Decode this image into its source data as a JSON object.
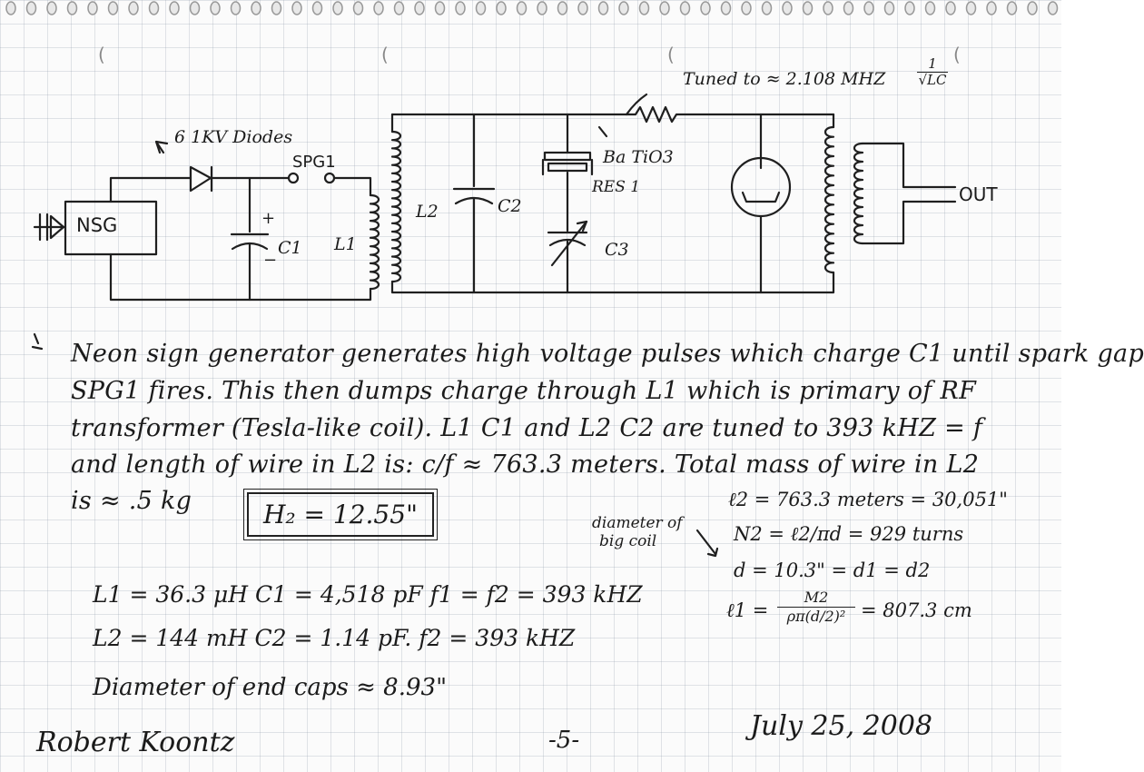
{
  "schematic": {
    "tuned_note": "Tuned to ≈ 2.108 MHZ",
    "tuned_frac_num": "1",
    "tuned_frac_den": "√LC",
    "diodes_note": "6 1KV Diodes",
    "labels": {
      "nsg": "NSG",
      "spg1": "SPG1",
      "plus": "+",
      "minus": "−",
      "c1": "C1",
      "l1": "L1",
      "l2": "L2",
      "c2": "C2",
      "batio3": "Ba TiO3",
      "res1": "RES 1",
      "c3": "C3",
      "out": "OUT"
    }
  },
  "notes": {
    "lines": [
      "Neon sign generator generates high voltage pulses which charge C1 until spark gap",
      "SPG1 fires. This then dumps charge through L1 which is primary of RF",
      "transformer (Tesla-like coil). L1 C1 and L2 C2 are tuned to 393 kHZ = f",
      "and length of wire in L2 is: c/f ≈ 763.3 meters. Total mass of wire in L2",
      "is ≈ .5 kg"
    ],
    "h2_box": "H₂ = 12.55\""
  },
  "calc": {
    "diameter_label_1": "diameter of",
    "diameter_label_2": "big coil",
    "l2_len": "ℓ2 = 763.3 meters = 30,051\"",
    "n2": "N2 = ℓ2/πd = 929 turns",
    "d": "d = 10.3\" = d1 = d2",
    "l1_prefix": "ℓ1 =",
    "l1_num": "M2",
    "l1_den": "ρπ(d/2)²",
    "l1_suffix": "= 807.3 cm"
  },
  "values": {
    "row1": "L1 = 36.3 μH   C1 = 4,518 pF    f1 = f2 = 393 kHZ",
    "row2": "L2 = 144 mH   C2 = 1.14 pF.    f2 = 393 kHZ",
    "end_caps": "Diameter of end caps ≈ 8.93\""
  },
  "footer": {
    "signature": "Robert Koontz",
    "page_number": "-5-",
    "date": "July 25, 2008"
  }
}
